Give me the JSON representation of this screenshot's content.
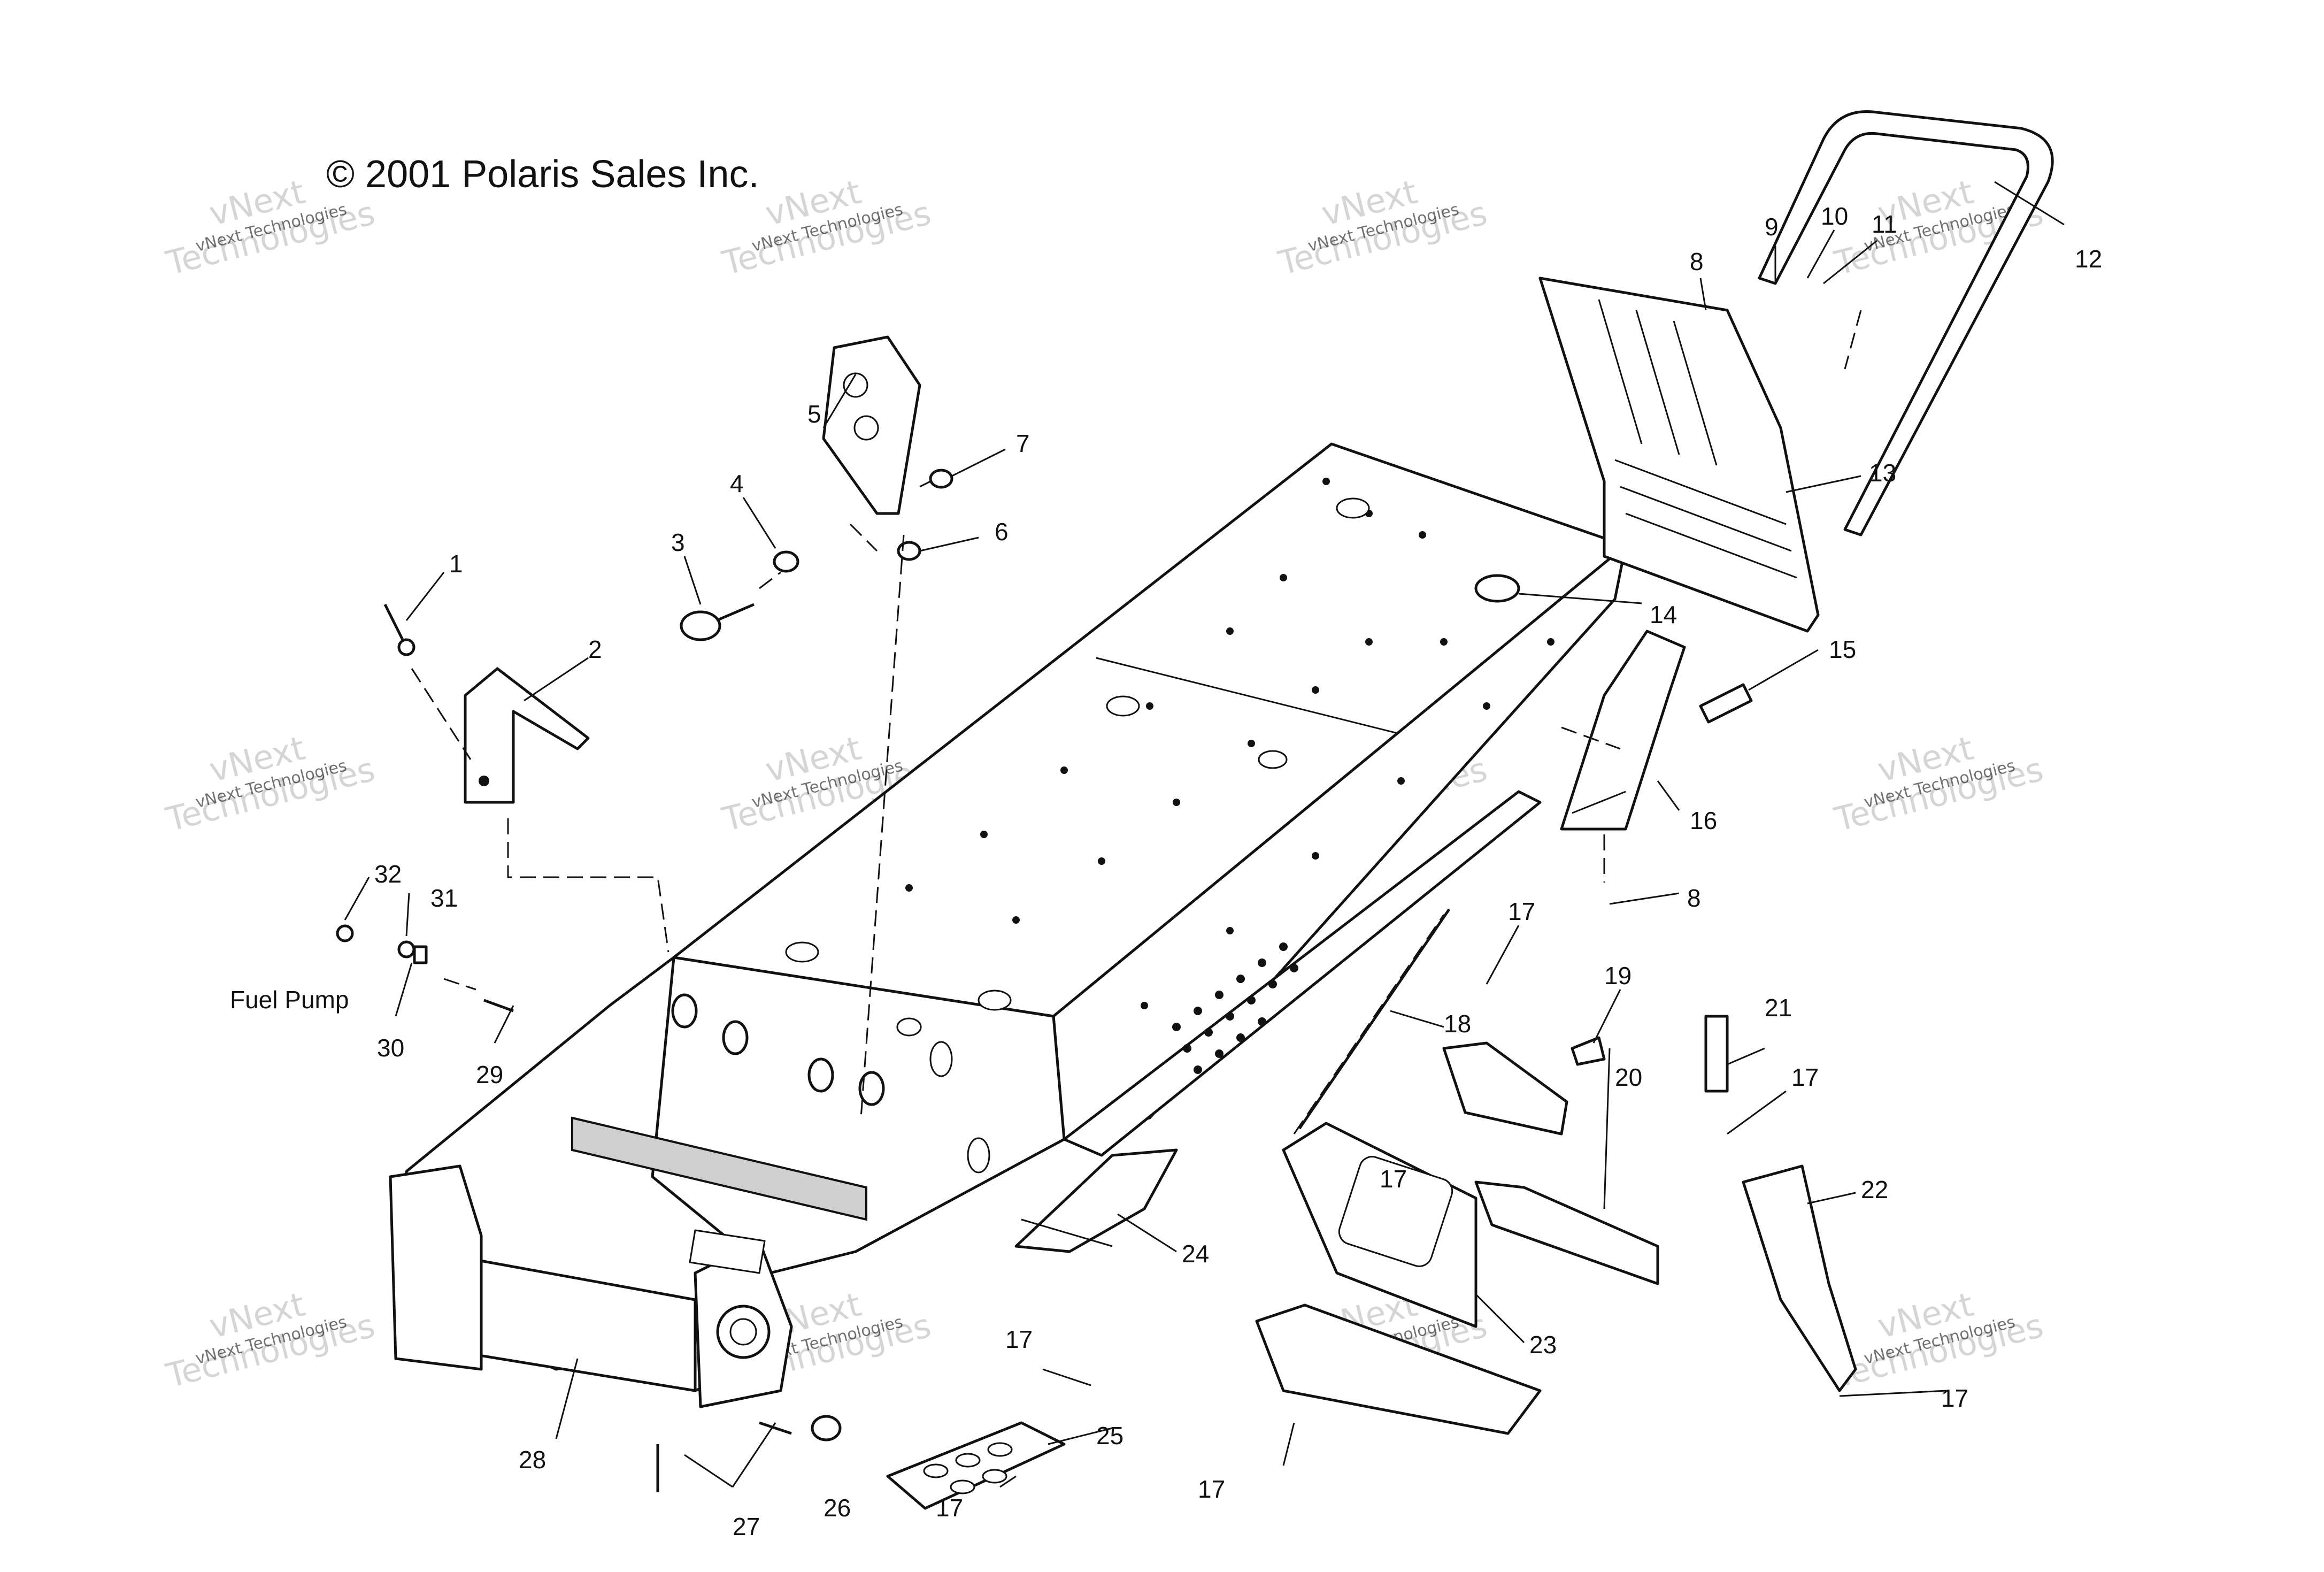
{
  "header": {
    "copyright": "© 2001 Polaris Sales Inc."
  },
  "watermark": {
    "small": "vNext Technologies",
    "large_line1": "vNext",
    "large_line2": "Technologies"
  },
  "labels": {
    "fuel_pump": "Fuel Pump"
  },
  "callouts": [
    {
      "id": "1",
      "text": "1"
    },
    {
      "id": "2",
      "text": "2"
    },
    {
      "id": "3",
      "text": "3"
    },
    {
      "id": "4",
      "text": "4"
    },
    {
      "id": "5",
      "text": "5"
    },
    {
      "id": "6",
      "text": "6"
    },
    {
      "id": "7",
      "text": "7"
    },
    {
      "id": "8a",
      "text": "8"
    },
    {
      "id": "8b",
      "text": "8"
    },
    {
      "id": "9",
      "text": "9"
    },
    {
      "id": "10",
      "text": "10"
    },
    {
      "id": "11",
      "text": "11"
    },
    {
      "id": "12",
      "text": "12"
    },
    {
      "id": "13",
      "text": "13"
    },
    {
      "id": "14",
      "text": "14"
    },
    {
      "id": "15",
      "text": "15"
    },
    {
      "id": "16",
      "text": "16"
    },
    {
      "id": "17a",
      "text": "17"
    },
    {
      "id": "17b",
      "text": "17"
    },
    {
      "id": "17c",
      "text": "17"
    },
    {
      "id": "17d",
      "text": "17"
    },
    {
      "id": "17e",
      "text": "17"
    },
    {
      "id": "17f",
      "text": "17"
    },
    {
      "id": "17g",
      "text": "17"
    },
    {
      "id": "18",
      "text": "18"
    },
    {
      "id": "19",
      "text": "19"
    },
    {
      "id": "20",
      "text": "20"
    },
    {
      "id": "21",
      "text": "21"
    },
    {
      "id": "22",
      "text": "22"
    },
    {
      "id": "23",
      "text": "23"
    },
    {
      "id": "24",
      "text": "24"
    },
    {
      "id": "25",
      "text": "25"
    },
    {
      "id": "26",
      "text": "26"
    },
    {
      "id": "27",
      "text": "27"
    },
    {
      "id": "28",
      "text": "28"
    },
    {
      "id": "29",
      "text": "29"
    },
    {
      "id": "30",
      "text": "30"
    },
    {
      "id": "31",
      "text": "31"
    },
    {
      "id": "32",
      "text": "32"
    }
  ]
}
